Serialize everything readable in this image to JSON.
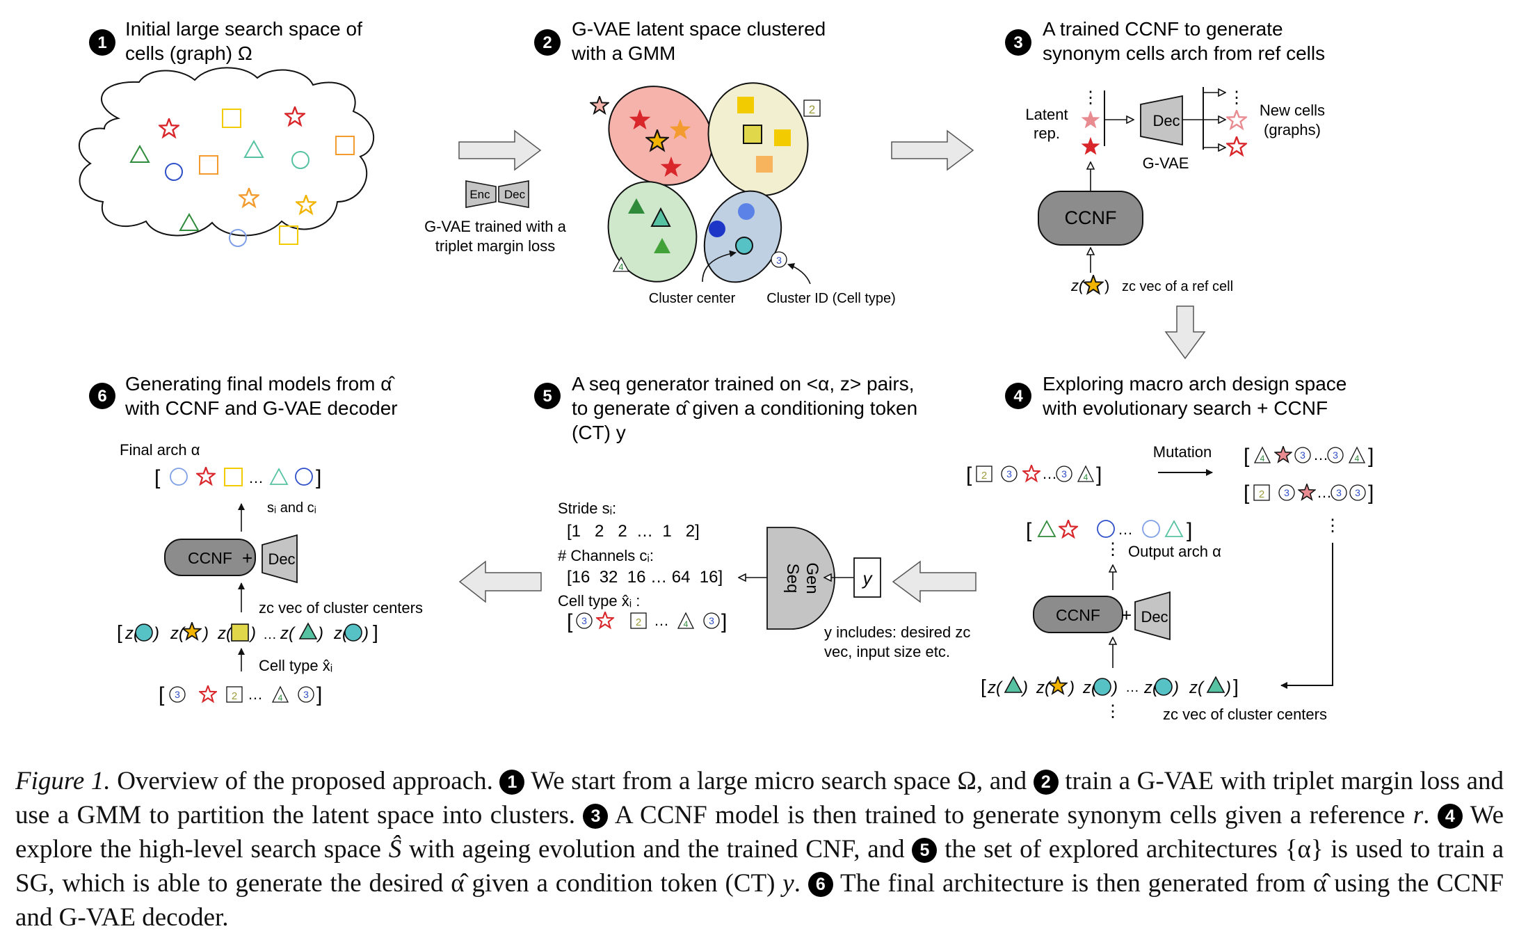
{
  "colors": {
    "red": "#d8262b",
    "orange": "#f39b2f",
    "yellow": "#f2cc00",
    "green": "#2f8a3a",
    "teal": "#57c2a2",
    "blue": "#2f4fc9",
    "lightblue": "#7fa0e6",
    "pink": "#e98c91",
    "cluster_red": "#f6b3ab",
    "cluster_yellow": "#f1efcf",
    "cluster_green": "#cfe8cc",
    "cluster_blue": "#bfd0e3",
    "ccnf_grey": "#8c8c8c",
    "dec_grey": "#c4c4c4",
    "arrow_grey": "#e9e9e9"
  },
  "panels": {
    "p1": {
      "num": "1",
      "title_l1": "Initial large search space of",
      "title_l2": "cells (graph) Ω"
    },
    "p2": {
      "num": "2",
      "title_l1": "G-VAE latent space clustered",
      "title_l2": "with a GMM",
      "enc": "Enc",
      "dec": "Dec",
      "note_l1": "G-VAE trained with a",
      "note_l2": "triplet margin loss",
      "cluster_center": "Cluster center",
      "cluster_id": "Cluster ID (Cell type)",
      "badge_2": "2",
      "badge_3": "3",
      "badge_4": "4"
    },
    "p3": {
      "num": "3",
      "title_l1": "A trained CCNF to generate",
      "title_l2": "synonym cells arch from ref cells",
      "latent_l1": "Latent",
      "latent_l2": "rep.",
      "dec": "Dec",
      "gvae": "G-VAE",
      "new_l1": "New cells",
      "new_l2": "(graphs)",
      "ccnf": "CCNF",
      "zc_ref": "zc vec of a ref cell"
    },
    "p4": {
      "num": "4",
      "title_l1": "Exploring macro arch design space",
      "title_l2": "with evolutionary search + CCNF",
      "mutation": "Mutation",
      "output_arch": "Output arch α",
      "ccnf": "CCNF",
      "dec": "Dec",
      "zc_centers": "zc vec of cluster centers"
    },
    "p5": {
      "num": "5",
      "title_l1": "A seq generator trained on <α, z> pairs,",
      "title_l2": "to generate α̂ given a conditioning token",
      "title_l3": "(CT) y",
      "stride_label": "Stride sᵢ:",
      "stride_values": "[1   2   2  …  1   2]",
      "channels_label": "# Channels cᵢ:",
      "channels_values": "[16  32  16 … 64  16]",
      "celltype_label": "Cell type x̂ᵢ :",
      "seq": "Seq",
      "gen": "Gen",
      "y": "y",
      "y_note_l1": "y includes: desired zc",
      "y_note_l2": "vec, input size etc."
    },
    "p6": {
      "num": "6",
      "title_l1": "Generating final models from α̂",
      "title_l2": "with CCNF and G-VAE decoder",
      "final_arch": "Final arch α",
      "si_ci": "sᵢ and cᵢ",
      "ccnf": "CCNF",
      "dec": "Dec",
      "zc_centers": "zc vec of cluster centers",
      "cell_type": "Cell type x̂ᵢ"
    }
  },
  "caption": {
    "fig": "Figure 1.",
    "t0": " Overview of the proposed approach. ",
    "t1": " We start from a large micro search space Ω, and ",
    "t2": " train a G-VAE with triplet margin loss and use a GMM to partition the latent space into clusters. ",
    "t3": " A CCNF model is then trained to generate synonym cells given a reference ",
    "r": "r",
    "t3b": ". ",
    "t4": " We explore the high-level search space ",
    "S": "Ŝ",
    "t4b": " with ageing evolution and the trained CNF, and ",
    "t5": " the set of explored architectures {α} is used to train a SG, which is able to generate the desired α̂ given a condition token (CT) ",
    "y": "y",
    "t5b": ". ",
    "t6": " The final architecture is then generated from α̂ using the CCNF and G-VAE decoder."
  }
}
